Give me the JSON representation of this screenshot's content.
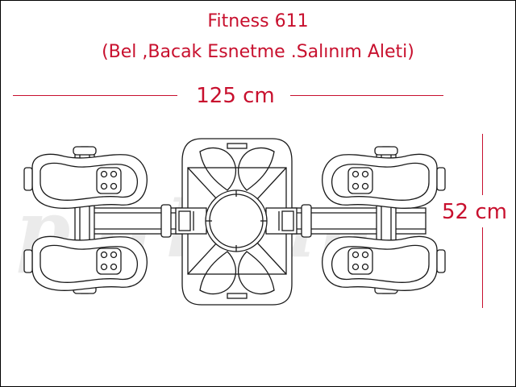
{
  "title_line1": "Fitness 611",
  "title_line2": "(Bel ,Bacak Esnetme .Salınım Aleti)",
  "width_dimension": "125 cm",
  "height_dimension": "52 cm",
  "watermark": "parksan",
  "colors": {
    "accent": "#c8102e",
    "line": "#1a1a1a",
    "watermark": "#dcdcdc"
  }
}
